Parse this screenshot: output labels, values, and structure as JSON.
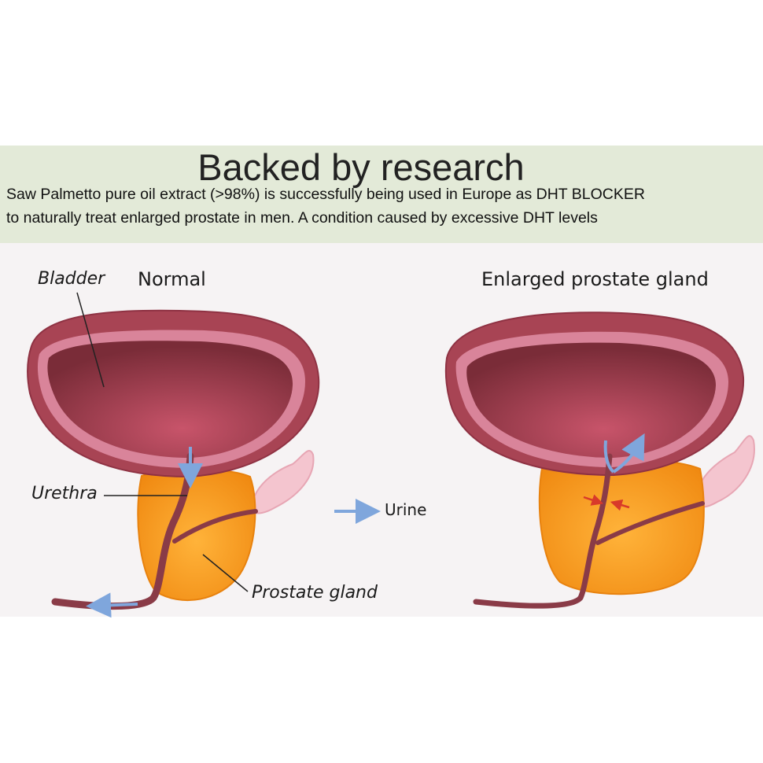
{
  "header": {
    "title": "Backed by research",
    "line1": "Saw Palmetto pure oil extract (>98%) is successfully being used in Europe as DHT BLOCKER",
    "line2": "to naturally treat enlarged prostate in men. A condition caused by excessive DHT levels"
  },
  "diagram": {
    "normal_title": "Normal",
    "enlarged_title": "Enlarged prostate gland",
    "labels": {
      "bladder": "Bladder",
      "urethra": "Urethra",
      "prostate": "Prostate gland",
      "urine": "Urine"
    }
  },
  "colors": {
    "banner": "#e3ead8",
    "bladder_outer": "#a84454",
    "bladder_inner": "#7d2e3a",
    "prostate": "#f7a020",
    "urethra": "#8a3b47",
    "urine_arrow": "#7fa6dc",
    "pressure_arrow": "#d83a2a"
  }
}
